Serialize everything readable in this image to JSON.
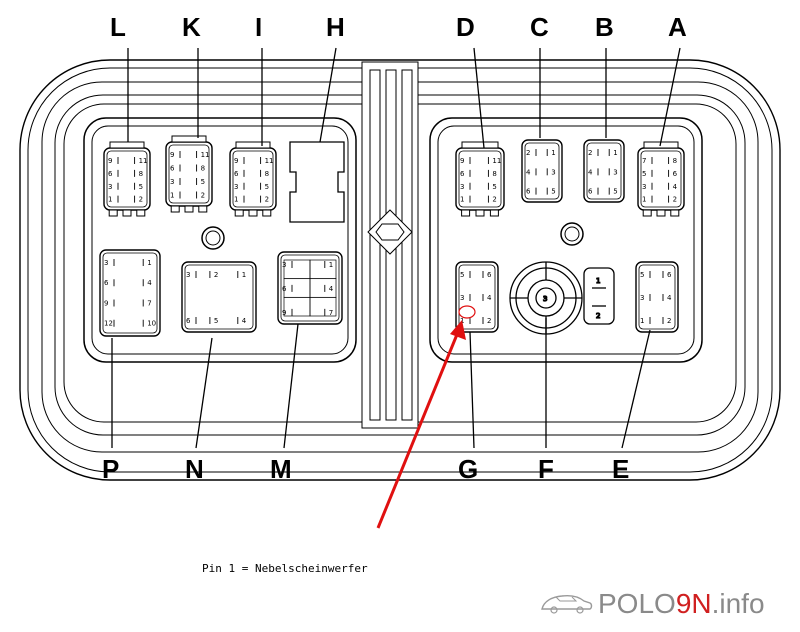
{
  "connectors": {
    "top_left": [
      "L",
      "K",
      "I",
      "H"
    ],
    "top_right": [
      "D",
      "C",
      "B",
      "A"
    ],
    "bottom_left": [
      "P",
      "N",
      "M"
    ],
    "bottom_right": [
      "G",
      "F",
      "E"
    ]
  },
  "pins": {
    "L": [
      "9",
      "11",
      "6",
      "8",
      "3",
      "5",
      "1",
      "2"
    ],
    "K": [
      "9",
      "11",
      "6",
      "8",
      "3",
      "5",
      "1",
      "2"
    ],
    "I": [
      "9",
      "11",
      "6",
      "8",
      "3",
      "5",
      "1",
      "2"
    ],
    "D": [
      "9",
      "11",
      "6",
      "8",
      "3",
      "5",
      "1",
      "2"
    ],
    "C": [
      "2",
      "1",
      "4",
      "3",
      "6",
      "5"
    ],
    "B": [
      "2",
      "1",
      "4",
      "3",
      "6",
      "5"
    ],
    "A": [
      "7",
      "8",
      "5",
      "6",
      "3",
      "4",
      "1",
      "2"
    ],
    "P": [
      "3",
      "1",
      "6",
      "4",
      "9",
      "7",
      "12",
      "10"
    ],
    "N": [
      "3",
      "2",
      "1",
      "6",
      "5",
      "4"
    ],
    "M": [
      "3",
      "1",
      "6",
      "4",
      "9",
      "7"
    ],
    "G": [
      "5",
      "6",
      "3",
      "4",
      "1",
      "2"
    ],
    "F": [
      "3",
      "1",
      "2"
    ],
    "E": [
      "5",
      "6",
      "3",
      "4",
      "1",
      "2"
    ]
  },
  "annotation": {
    "caption": "Pin 1 = Nebelscheinwerfer",
    "arrow_color": "#e01010"
  },
  "brand": {
    "logo_icon": "car-outline-icon",
    "prefix": "POLO",
    "highlight": "9N",
    "suffix": ".info",
    "text_color": "#8a8a8a",
    "highlight_color": "#d02020"
  }
}
